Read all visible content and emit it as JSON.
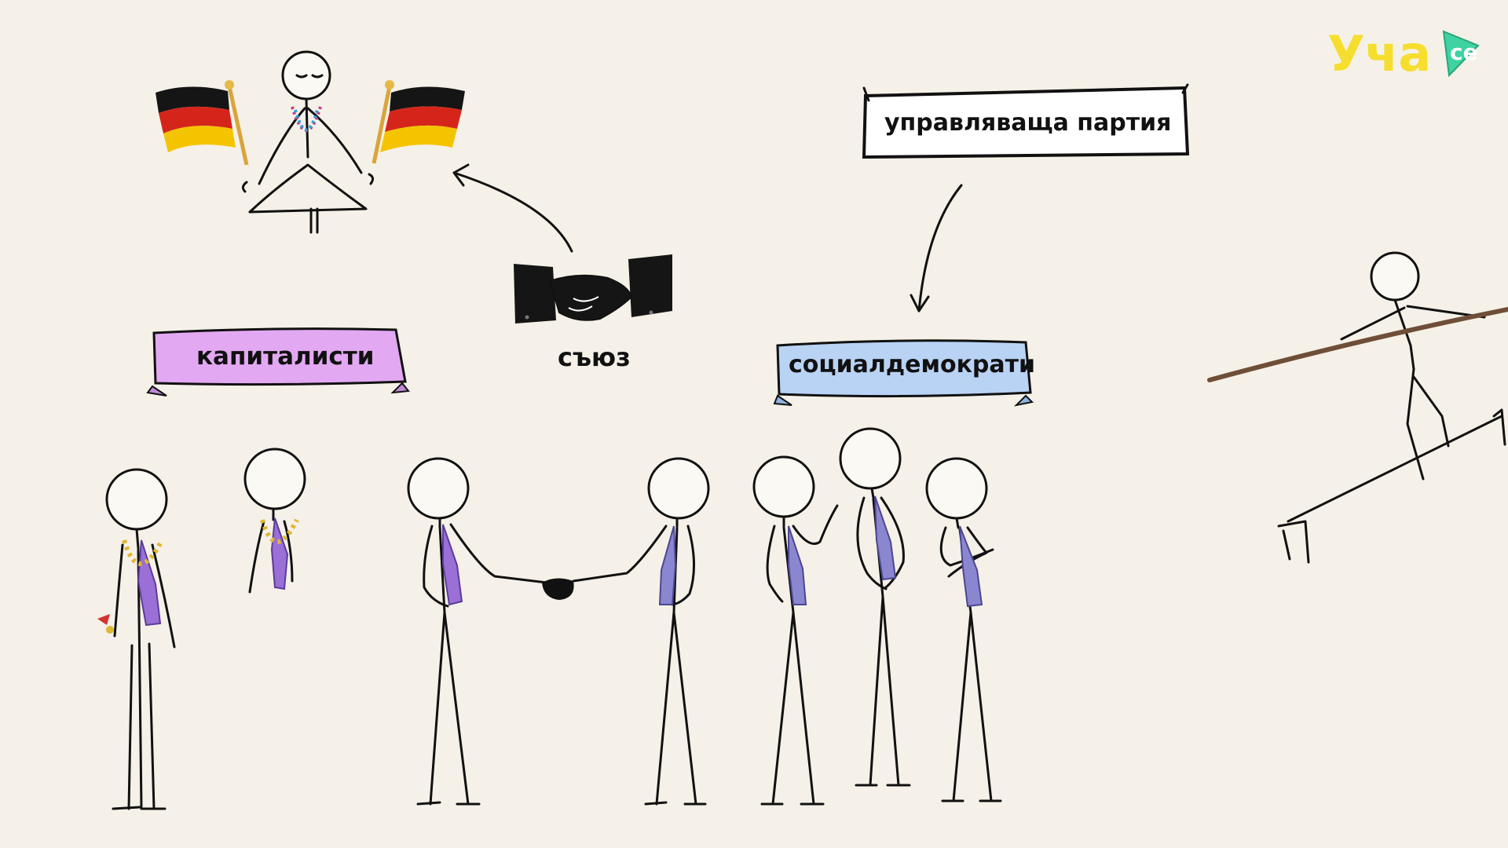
{
  "brand": {
    "logo_text": "Уча",
    "logo_badge": "се",
    "logo_color": "#f6de2f",
    "badge_color": "#3ed3a1"
  },
  "labels": {
    "ruling_party": "управляваща партия",
    "capitalists": "капиталисти",
    "alliance": "съюз",
    "social_democrats": "социалдемократи"
  },
  "colors": {
    "capitalists_banner": "#e3a8f2",
    "social_democrats_banner": "#b9d3f5",
    "background": "#f5f1e8"
  },
  "icons": [
    "german-flag-icon",
    "handshake-icon",
    "arrow-icon"
  ]
}
